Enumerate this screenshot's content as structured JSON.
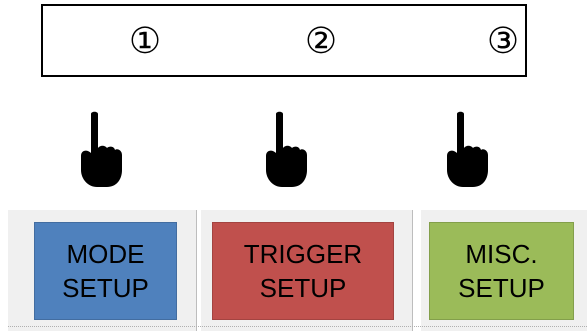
{
  "steps": [
    {
      "number": "①"
    },
    {
      "number": "②"
    },
    {
      "number": "③"
    }
  ],
  "buttons": [
    {
      "line1": "MODE",
      "line2": "SETUP",
      "color": "#4f81bd"
    },
    {
      "line1": "TRIGGER",
      "line2": "SETUP",
      "color": "#c0504d"
    },
    {
      "line1": "MISC.",
      "line2": "SETUP",
      "color": "#9bbb59"
    }
  ],
  "icons": {
    "pointer": "pointing-hand-icon"
  }
}
